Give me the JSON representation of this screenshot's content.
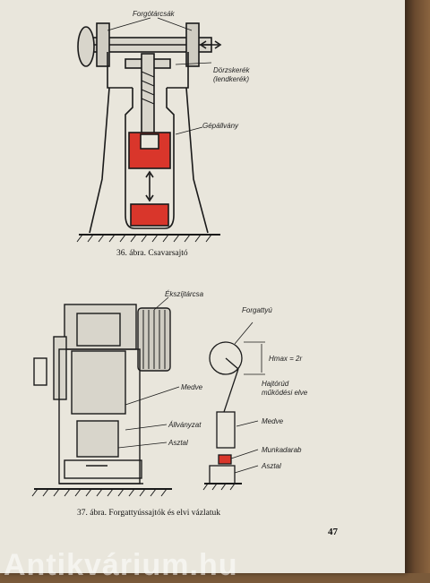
{
  "figure36": {
    "labels": {
      "friction_discs": "Forgótárcsák",
      "friction_wheel": "Dörzskerék",
      "flywheel": "(lendkerék)",
      "frame": "Gépállvány"
    },
    "caption": "36. ábra. Csavarsajtó"
  },
  "figure37": {
    "labels": {
      "clutch_disc": "Ékszíjtárcsa",
      "crank": "Forgattyú",
      "stroke_formula": "Hmax = 2r",
      "conrod_line1": "Hajtórúd",
      "conrod_line2": "működési elve",
      "ram_left": "Medve",
      "stand": "Állványzat",
      "table_left": "Asztal",
      "ram_right": "Medve",
      "workpiece": "Munkadarab",
      "table_right": "Asztal"
    },
    "caption": "37. ábra. Forgattyússajtók és elvi vázlatuk"
  },
  "page_number": "47",
  "watermark": "Antikvárium.hu"
}
